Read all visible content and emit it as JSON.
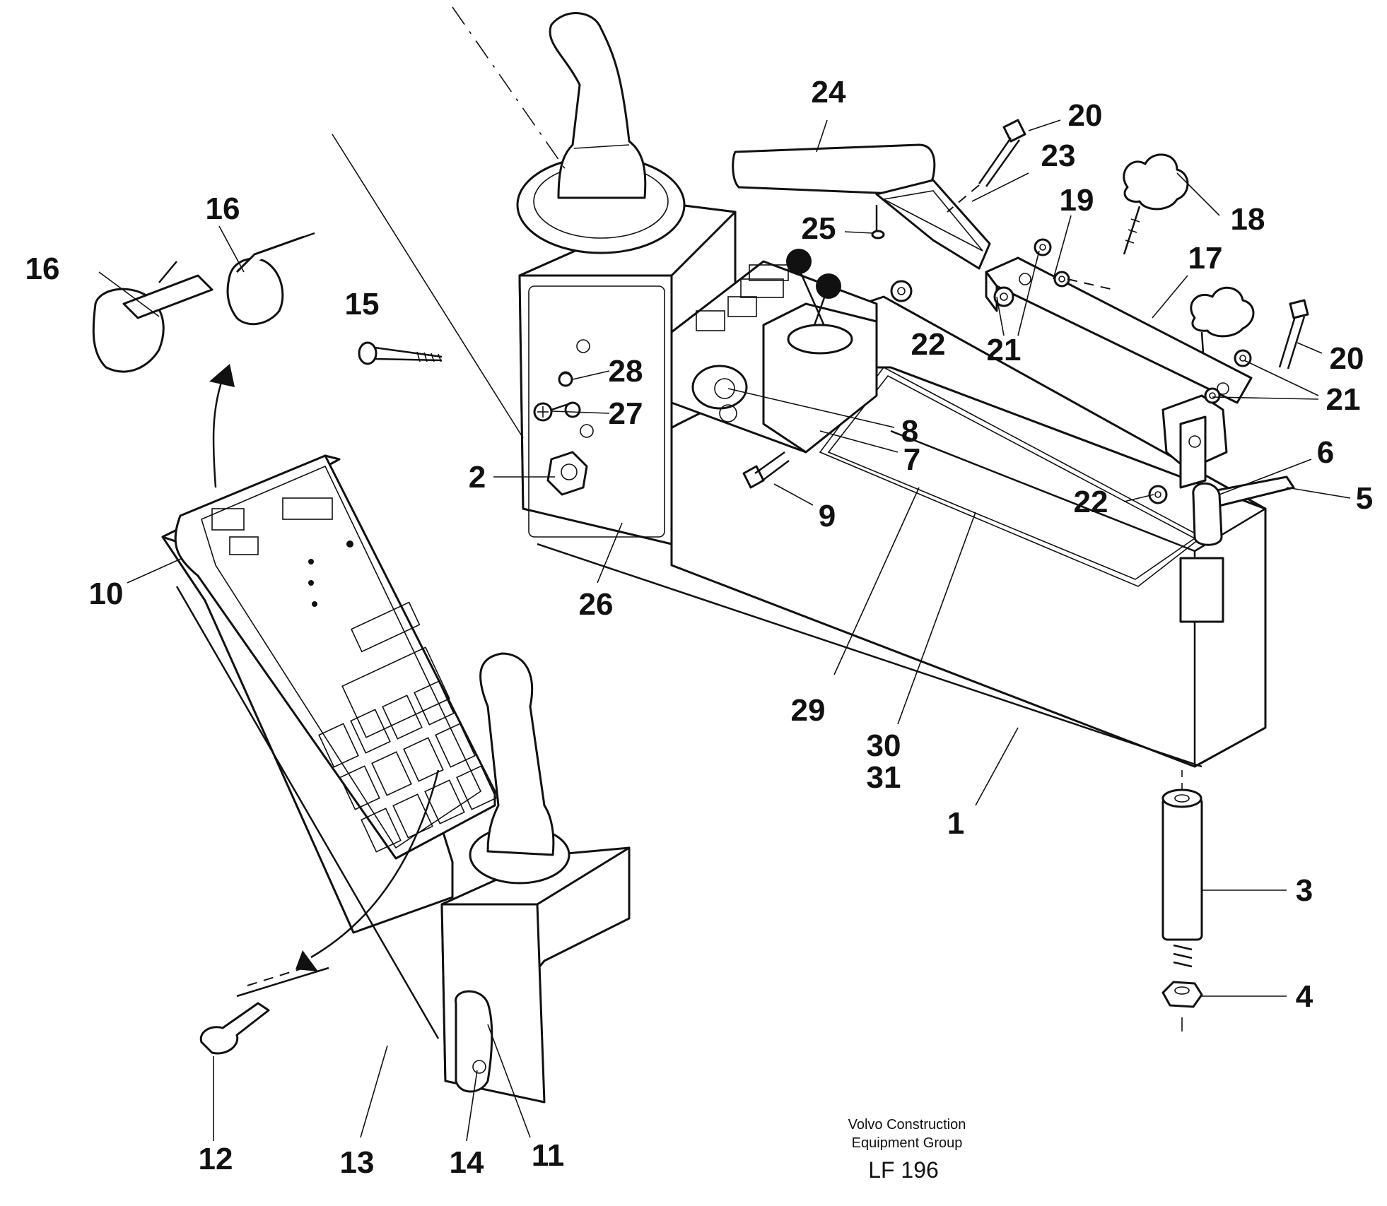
{
  "callouts": [
    {
      "id": "1",
      "text": "1"
    },
    {
      "id": "2",
      "text": "2"
    },
    {
      "id": "3",
      "text": "3"
    },
    {
      "id": "4",
      "text": "4"
    },
    {
      "id": "5",
      "text": "5"
    },
    {
      "id": "6",
      "text": "6"
    },
    {
      "id": "7",
      "text": "7"
    },
    {
      "id": "8",
      "text": "8"
    },
    {
      "id": "9",
      "text": "9"
    },
    {
      "id": "10",
      "text": "10"
    },
    {
      "id": "11",
      "text": "11"
    },
    {
      "id": "12",
      "text": "12"
    },
    {
      "id": "13",
      "text": "13"
    },
    {
      "id": "14",
      "text": "14"
    },
    {
      "id": "15",
      "text": "15"
    },
    {
      "id": "16a",
      "text": "16"
    },
    {
      "id": "16b",
      "text": "16"
    },
    {
      "id": "17",
      "text": "17"
    },
    {
      "id": "18",
      "text": "18"
    },
    {
      "id": "19",
      "text": "19"
    },
    {
      "id": "20a",
      "text": "20"
    },
    {
      "id": "20b",
      "text": "20"
    },
    {
      "id": "21a",
      "text": "21"
    },
    {
      "id": "21b",
      "text": "21"
    },
    {
      "id": "22a",
      "text": "22"
    },
    {
      "id": "22b",
      "text": "22"
    },
    {
      "id": "23",
      "text": "23"
    },
    {
      "id": "24",
      "text": "24"
    },
    {
      "id": "25",
      "text": "25"
    },
    {
      "id": "26",
      "text": "26"
    },
    {
      "id": "27",
      "text": "27"
    },
    {
      "id": "28",
      "text": "28"
    },
    {
      "id": "29",
      "text": "29"
    },
    {
      "id": "30",
      "text": "30"
    },
    {
      "id": "31",
      "text": "31"
    }
  ],
  "credit": {
    "line1": "Volvo Construction",
    "line2": "Equipment Group",
    "code": "LF 196"
  }
}
